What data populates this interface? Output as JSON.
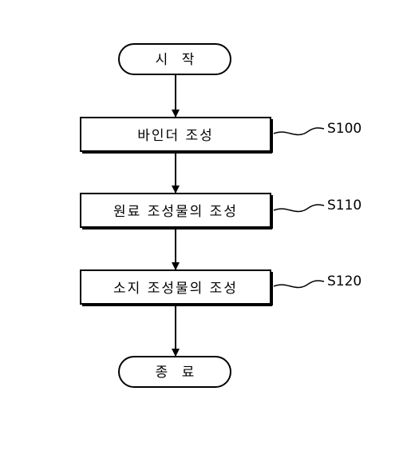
{
  "flowchart": {
    "start": {
      "label": "시 작"
    },
    "steps": [
      {
        "label": "바인더 조성",
        "step_id": "S100"
      },
      {
        "label": "원료 조성물의 조성",
        "step_id": "S110"
      },
      {
        "label": "소지 조성물의 조성",
        "step_id": "S120"
      }
    ],
    "end": {
      "label": "종 료"
    }
  },
  "colors": {
    "stroke": "#000000",
    "background": "#ffffff"
  }
}
